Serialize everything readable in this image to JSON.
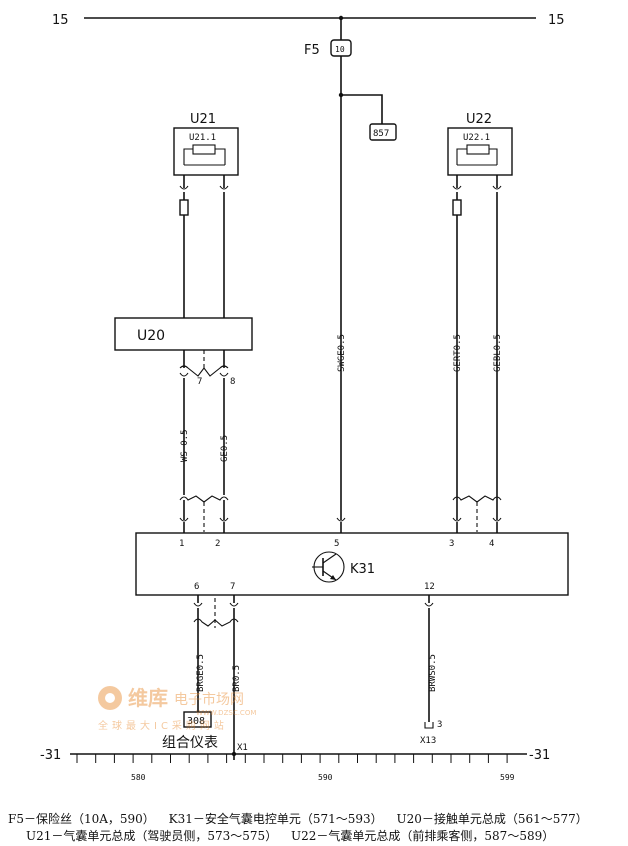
{
  "rails": {
    "top_left": "15",
    "top_right": "15",
    "bottom_left": "-31",
    "bottom_right": "-31"
  },
  "fuse": {
    "name": "F5",
    "rating": "10"
  },
  "connector_857": "857",
  "u21": {
    "name": "U21",
    "inner": "U21.1"
  },
  "u22": {
    "name": "U22",
    "inner": "U22.1"
  },
  "u20": {
    "name": "U20",
    "pin_a": "7",
    "pin_b": "8"
  },
  "k31": {
    "name": "K31",
    "pins_top": [
      "1",
      "2",
      "5",
      "3",
      "4"
    ],
    "pins_bottom": [
      "6",
      "7",
      "12"
    ]
  },
  "wires": {
    "ws": "WS 0.5",
    "ge": "GE0.5",
    "swge": "SWGE0.5",
    "gert": "GERT0.5",
    "gebl": "GEBL0.5",
    "brge": "BRGE0.5",
    "br": "BR0.5",
    "brws": "BRWS0.5"
  },
  "cluster": {
    "code": "308",
    "label": "组合仪表",
    "ground": "X1"
  },
  "x13": {
    "pin": "3",
    "name": "X13"
  },
  "scale": {
    "ticks": [
      "580",
      "590",
      "599"
    ]
  },
  "watermark": {
    "brand_cn": "维库",
    "brand_rest": "电子市场网",
    "url": "WWW.DZSC.COM",
    "slogan": "全球最大IC采购网站"
  },
  "legend": [
    "F5－保险丝（10A，590）",
    "K31－安全气囊电控单元（571～593）",
    "U20－接触单元总成（561～577）",
    "U21－气囊单元总成（驾驶员侧，573～575）",
    "U22－气囊单元总成（前排乘客侧，587～589）"
  ]
}
